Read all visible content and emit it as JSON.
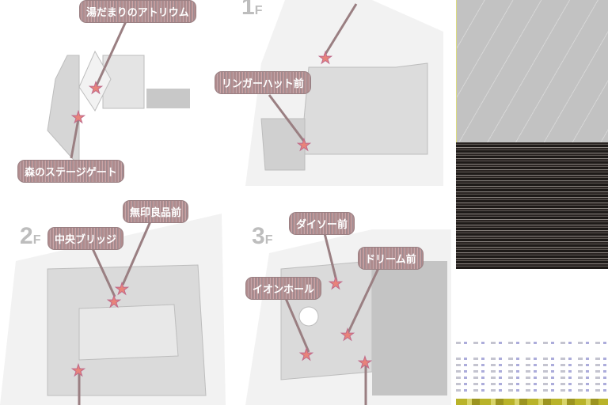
{
  "floors": {
    "b": {
      "labels": [
        "湯だまりのアトリウム",
        "森のステージゲート"
      ]
    },
    "f1": {
      "floor_number": "1",
      "floor_suffix": "F",
      "labels": [
        "リンガーハット前"
      ]
    },
    "f2": {
      "floor_number": "2",
      "floor_suffix": "F",
      "labels": [
        "中央ブリッジ",
        "無印良品前"
      ]
    },
    "f3": {
      "floor_number": "3",
      "floor_suffix": "F",
      "labels": [
        "ダイソー前",
        "ドリーム前",
        "イオンホール"
      ]
    }
  },
  "colors": {
    "label_bg": "#b08c8e",
    "star": "#e8837a",
    "map_gray": "#d4d4d4",
    "map_light": "#f0f0f0"
  },
  "icons": {
    "marker": "star-icon"
  }
}
